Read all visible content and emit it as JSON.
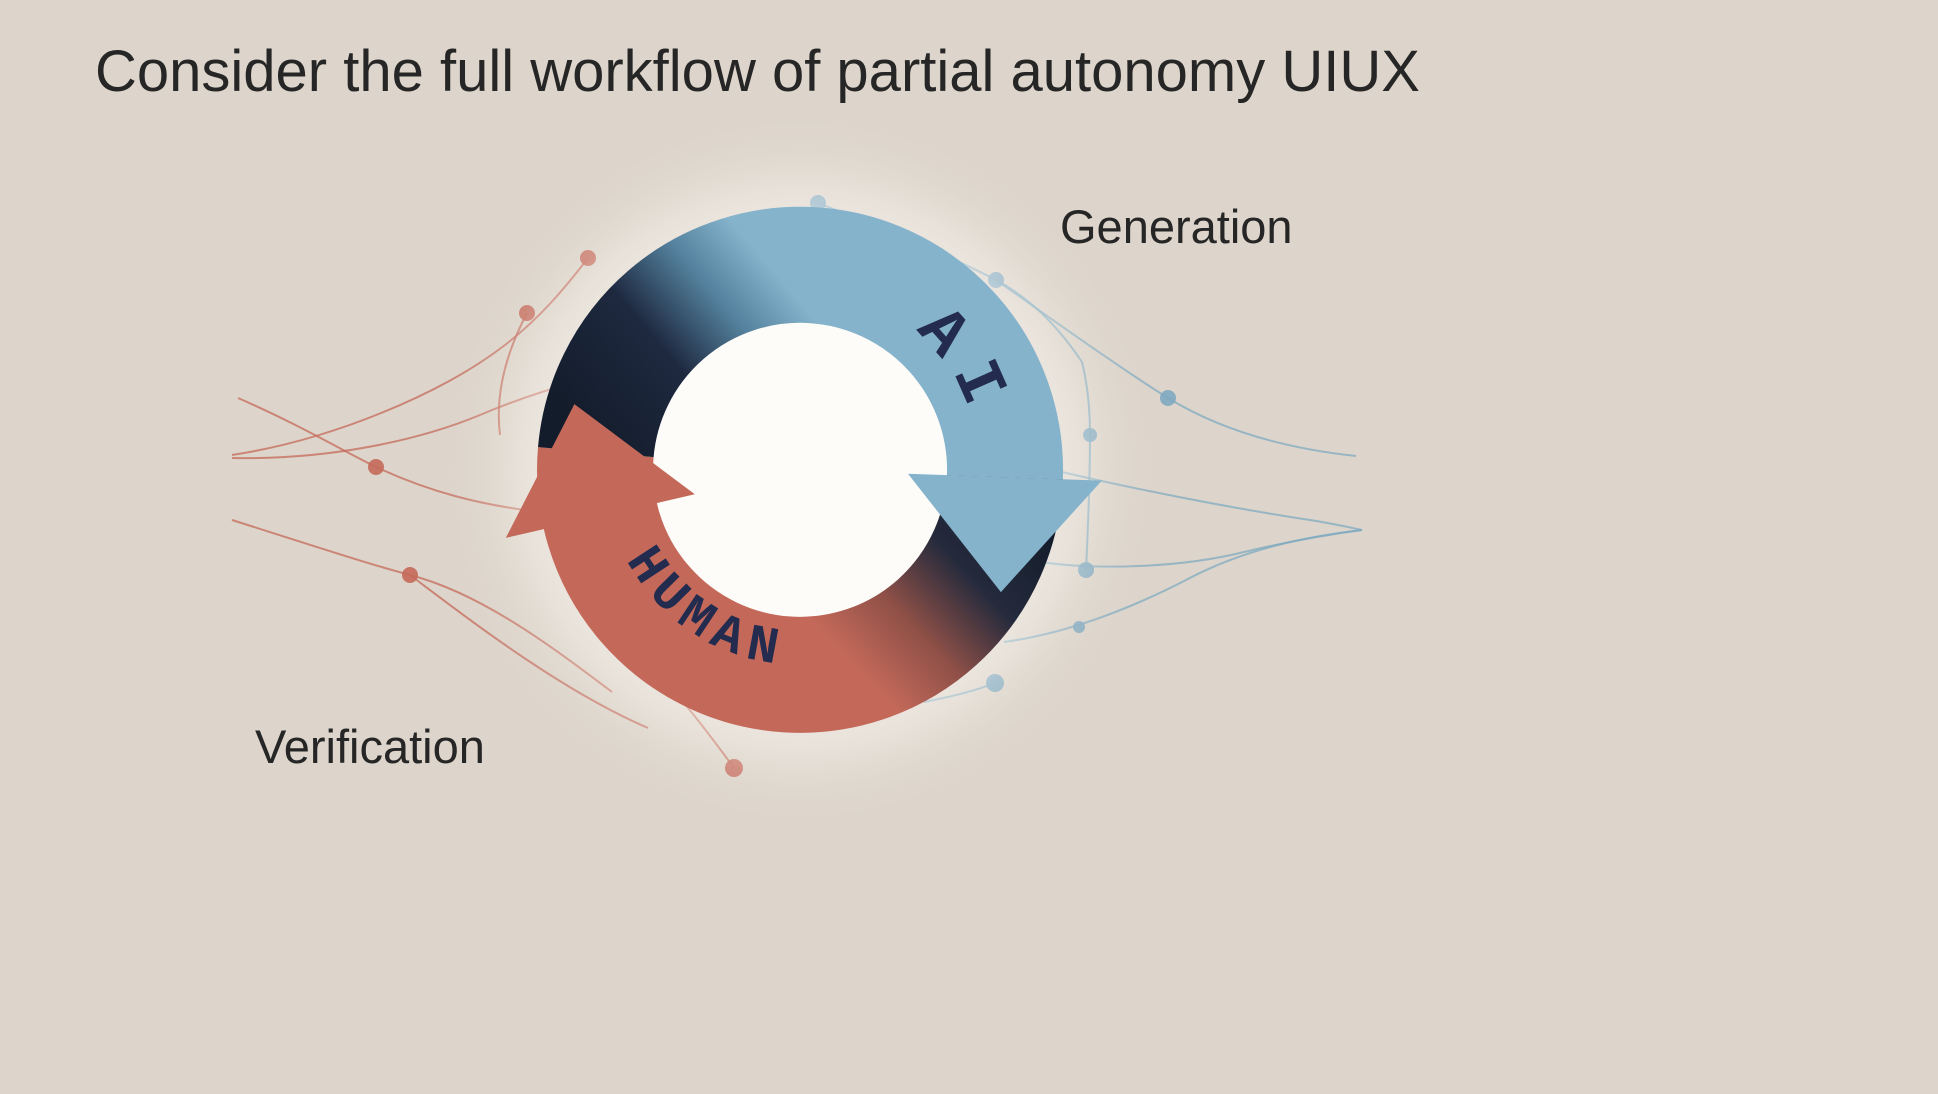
{
  "title": "Consider the full workflow of partial autonomy UIUX",
  "diagram": {
    "cycle": {
      "ai_label": "AI",
      "human_label": "HUMAN"
    },
    "labels": {
      "generation": "Generation",
      "verification": "Verification"
    },
    "colors": {
      "background": "#ddd5cb",
      "ai_arc": "#85b3cc",
      "human_arc": "#c4695a",
      "dark_transition": "#131c2a",
      "arc_text": "#232c4e",
      "title_text": "#262626",
      "network_left": "#c4695a",
      "network_right": "#7fa9c0",
      "center_glow": "#ffffff"
    }
  }
}
